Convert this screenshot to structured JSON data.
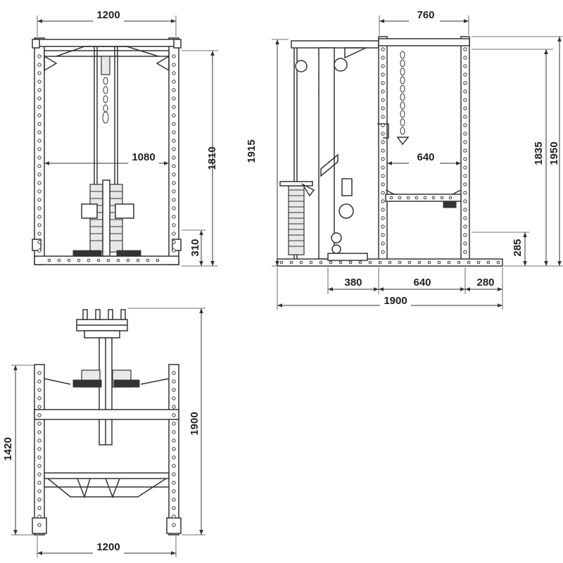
{
  "front_view": {
    "width_label": "1200",
    "inner_width_label": "1080",
    "height_label": "1810",
    "base_height_label": "310"
  },
  "side_view": {
    "depth_label": "760",
    "inner_depth_label": "640",
    "left_height_label": "1915",
    "mid_height_label": "1835",
    "right_height_label": "1950",
    "base_height_label": "285",
    "seg_left_label": "380",
    "seg_mid_label": "640",
    "seg_right_label": "280",
    "total_length_label": "1900"
  },
  "top_view": {
    "depth_label": "1420",
    "length_label": "1900",
    "width_label": "1200"
  }
}
